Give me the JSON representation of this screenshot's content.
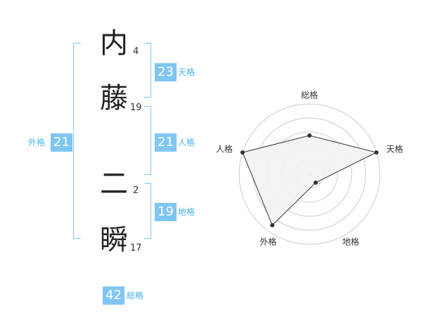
{
  "name": {
    "chars": [
      {
        "char": "内",
        "strokes": "4"
      },
      {
        "char": "藤",
        "strokes": "19"
      },
      {
        "char": "二",
        "strokes": "2"
      },
      {
        "char": "瞬",
        "strokes": "17"
      }
    ]
  },
  "kaku": {
    "tenkaku": {
      "value": "23",
      "label": "天格"
    },
    "jinkaku": {
      "value": "21",
      "label": "人格"
    },
    "chikaku": {
      "value": "19",
      "label": "地格"
    },
    "gaikaku": {
      "value": "21",
      "label": "外格"
    },
    "soukaku": {
      "value": "42",
      "label": "総格"
    }
  },
  "chart_data": {
    "type": "radar",
    "axes": [
      "総格",
      "天格",
      "地格",
      "外格",
      "人格"
    ],
    "values": [
      0.55,
      1.0,
      0.15,
      0.9,
      1.0
    ],
    "max": 1,
    "rings": 5,
    "fill_color": "#f2f2f2",
    "line_color": "#333333",
    "grid_color": "#cccccc"
  },
  "colors": {
    "accent": "#7fc6f2",
    "label": "#49b3ee"
  }
}
